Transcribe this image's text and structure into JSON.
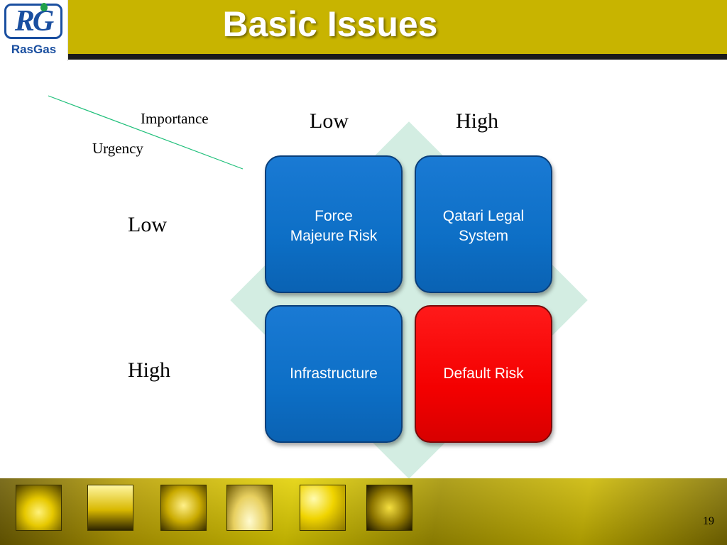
{
  "header": {
    "title": "Basic Issues",
    "logo_text": "RasGas",
    "logo_mark": "RG",
    "bar_color": "#c8b400"
  },
  "matrix": {
    "corner_importance": "Importance",
    "corner_urgency": "Urgency",
    "columns": [
      "Low",
      "High"
    ],
    "rows": [
      "Low",
      "High"
    ],
    "cells": [
      {
        "label": "Force\nMajeure Risk",
        "color": "#0d6fc6"
      },
      {
        "label": "Qatari Legal\nSystem",
        "color": "#0d6fc6"
      },
      {
        "label": "Infrastructure",
        "color": "#0d6fc6"
      },
      {
        "label": "Default Risk",
        "color": "#f40000"
      }
    ],
    "background_color": "#d3ede2"
  },
  "footer": {
    "slide_number": "19"
  }
}
